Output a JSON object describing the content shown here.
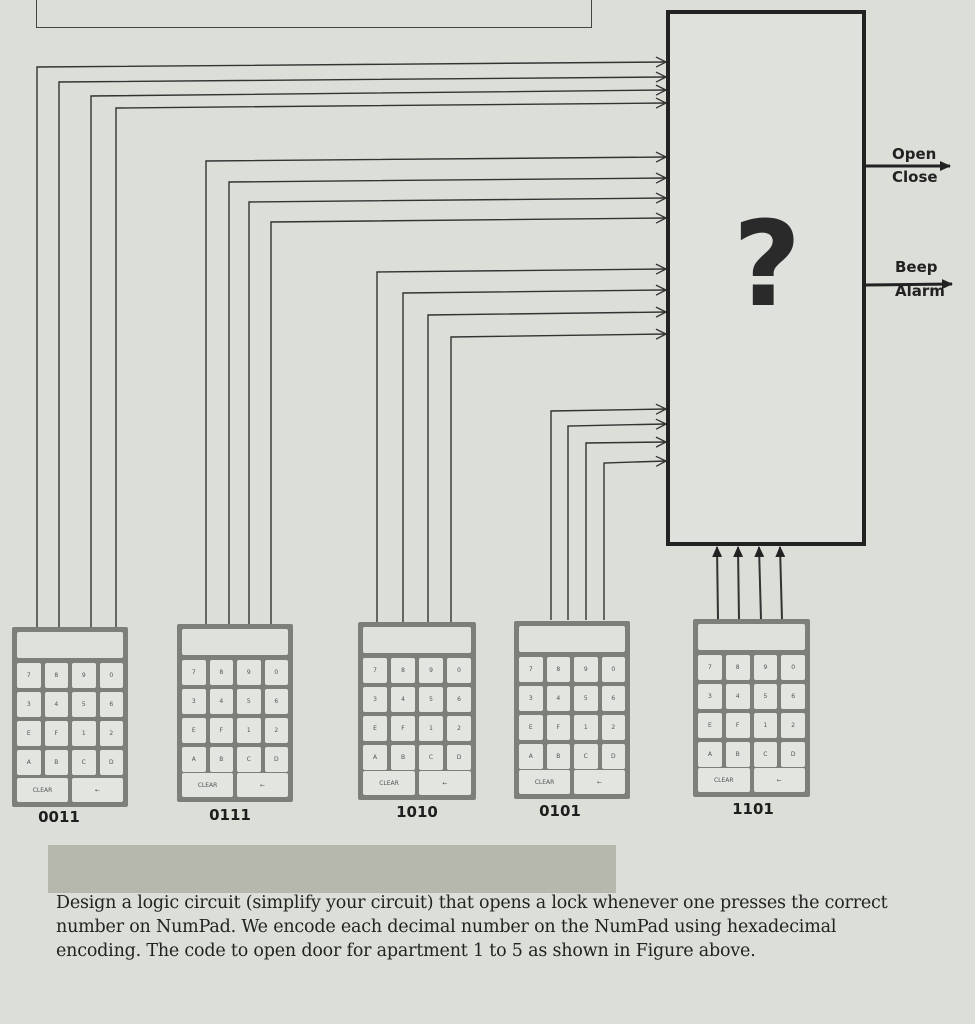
{
  "diagram": {
    "logic_box": {
      "symbol": "?",
      "label": "unknown logic circuit"
    },
    "outputs": [
      {
        "top_label": "Open",
        "bottom_label": "Close"
      },
      {
        "top_label": "Beep",
        "bottom_label": "Alarm"
      }
    ],
    "keypads": [
      {
        "code": "0011"
      },
      {
        "code": "0111"
      },
      {
        "code": "1010"
      },
      {
        "code": "0101"
      },
      {
        "code": "1101"
      }
    ],
    "keypad_keys": [
      "7",
      "8",
      "9",
      "0",
      "3",
      "4",
      "5",
      "6",
      "E",
      "F",
      "1",
      "2",
      "A",
      "B",
      "C",
      "D"
    ],
    "keypad_clear_label": "CLEAR",
    "keypad_back_label": "←",
    "colors": {
      "paper": "#dcdfd8",
      "ink": "#222222",
      "keypad_frame": "#7d7f7a",
      "keypad_key": "#e3e5e0",
      "redaction": "#b6b8ad"
    }
  },
  "problem": {
    "text": "Design a logic circuit (simplify your circuit) that opens a lock whenever one presses the correct number on NumPad. We encode each decimal number on the NumPad using hexadecimal encoding.  The code to open door for apartment 1 to 5 as shown in Figure above."
  }
}
